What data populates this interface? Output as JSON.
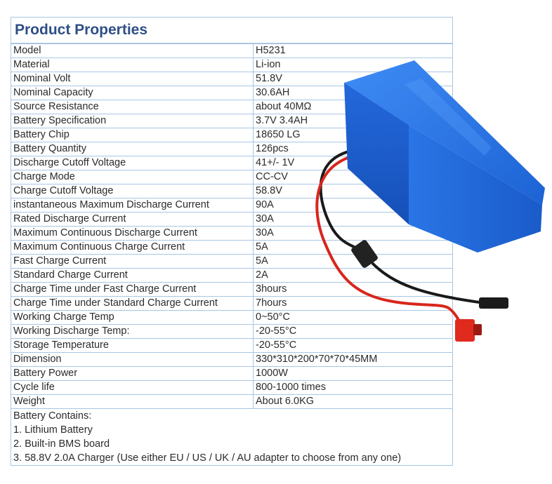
{
  "header": {
    "title": "Product Properties"
  },
  "properties": [
    {
      "label": "Model",
      "value": "H5231"
    },
    {
      "label": "Material",
      "value": "Li-ion"
    },
    {
      "label": "Nominal Volt",
      "value": "51.8V"
    },
    {
      "label": "Nominal Capacity",
      "value": "30.6AH"
    },
    {
      "label": "Source Resistance",
      "value": "about 40MΩ"
    },
    {
      "label": "Battery Specification",
      "value": "3.7V 3.4AH"
    },
    {
      "label": "Battery Chip",
      "value": "18650 LG"
    },
    {
      "label": "Battery Quantity",
      "value": "126pcs"
    },
    {
      "label": "Discharge Cutoff Voltage",
      "value": "41+/- 1V"
    },
    {
      "label": "Charge Mode",
      "value": "CC-CV"
    },
    {
      "label": "Charge Cutoff Voltage",
      "value": "58.8V"
    },
    {
      "label": "instantaneous Maximum Discharge Current",
      "value": "90A"
    },
    {
      "label": "Rated Discharge Current",
      "value": "30A"
    },
    {
      "label": "Maximum Continuous Discharge Current",
      "value": "30A"
    },
    {
      "label": "Maximum Continuous Charge Current",
      "value": "5A"
    },
    {
      "label": "Fast Charge Current",
      "value": "5A"
    },
    {
      "label": "Standard Charge Current",
      "value": "2A"
    },
    {
      "label": "Charge Time under Fast Charge Current",
      "value": "3hours"
    },
    {
      "label": "Charge Time under Standard Charge Current",
      "value": "7hours"
    },
    {
      "label": "Working Charge Temp",
      "value": "0~50°C"
    },
    {
      "label": "Working Discharge Temp:",
      "value": "-20-55°C"
    },
    {
      "label": "Storage Temperature",
      "value": "-20-55°C"
    },
    {
      "label": "Dimension",
      "value": "330*310*200*70*70*45MM"
    },
    {
      "label": "Battery Power",
      "value": "1000W"
    },
    {
      "label": "Cycle life",
      "value": "800-1000 times"
    },
    {
      "label": "Weight",
      "value": "About 6.0KG"
    }
  ],
  "contains": {
    "heading": "Battery Contains:",
    "items": [
      "1. Lithium Battery",
      "2. Built-in BMS board",
      "3. 58.8V 2.0A Charger (Use either EU / US / UK / AU adapter to choose from any one)"
    ]
  },
  "colors": {
    "title": "#2f4f86",
    "grid": "#a9c6e4",
    "battery_blue": "#1f6fe0",
    "wire_red": "#d8261c",
    "wire_black": "#1a1a1a"
  },
  "icons": [
    "triangle-battery-pack-image"
  ]
}
